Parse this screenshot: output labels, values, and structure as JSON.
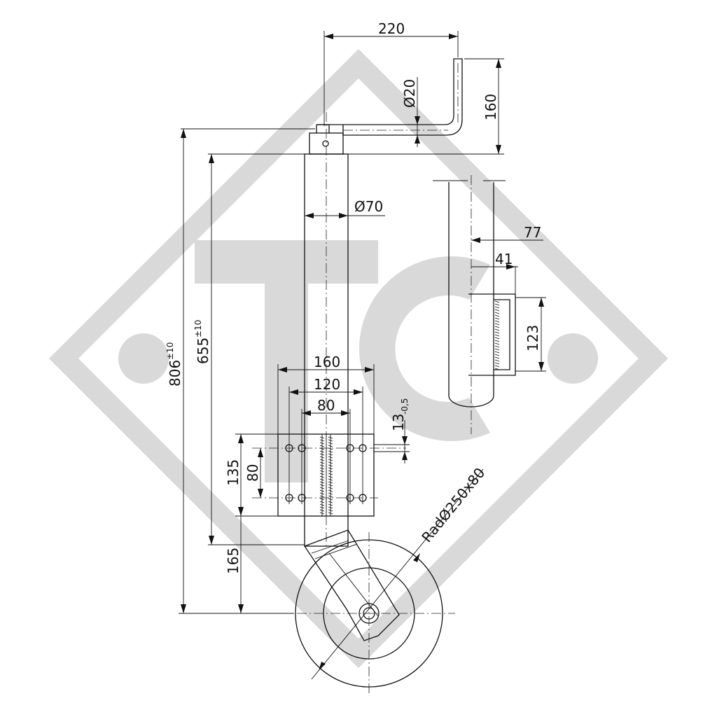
{
  "watermark": {
    "letters": "TC",
    "color": "#d9d9d9"
  },
  "dimensions": {
    "handle_width": "220",
    "handle_height": "160",
    "handle_diameter": "Ø20",
    "tube_diameter": "Ø70",
    "overall_height": "806",
    "overall_height_tol": "±10",
    "tube_length": "655",
    "tube_length_tol": "±10",
    "plate_width": "160",
    "hole_spacing_outer": "120",
    "hole_spacing_inner": "80",
    "plate_height": "135",
    "hole_spacing_vertical": "80",
    "hole_diameter": "13",
    "hole_diameter_tol": "-0,5",
    "ground_clearance": "165",
    "side_depth": "77",
    "side_offset": "41",
    "side_height": "123",
    "wheel": "RadØ250x80"
  },
  "colors": {
    "line": "#111111",
    "background": "#ffffff"
  }
}
